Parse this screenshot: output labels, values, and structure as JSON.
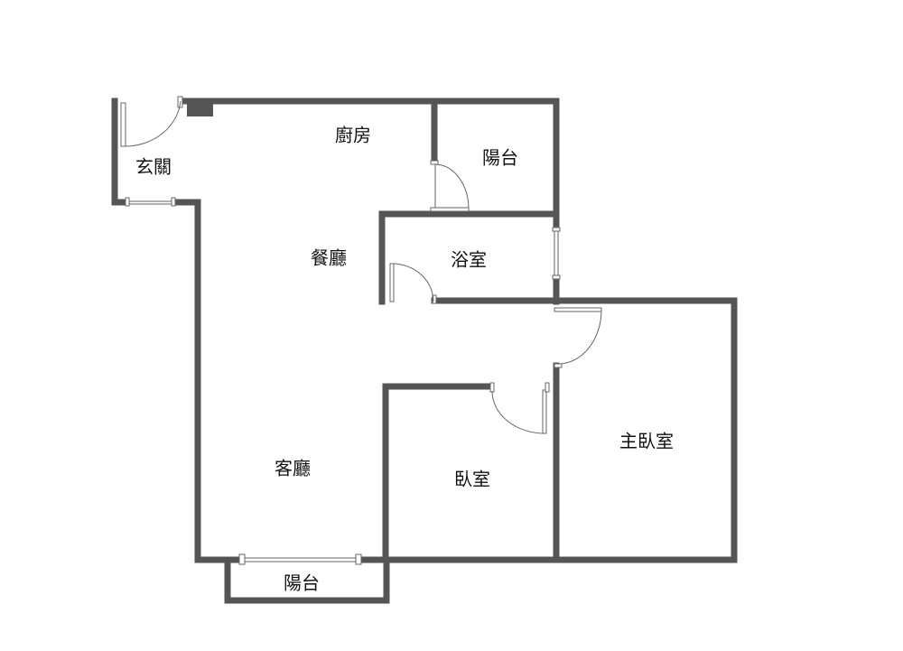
{
  "rooms": {
    "entry": "玄關",
    "kitchen": "廚房",
    "balcony_top": "陽台",
    "dining": "餐廳",
    "bathroom": "浴室",
    "master_bedroom": "主臥室",
    "living": "客廳",
    "bedroom": "臥室",
    "balcony_bottom": "陽台"
  },
  "colors": {
    "wall": "#555555"
  }
}
